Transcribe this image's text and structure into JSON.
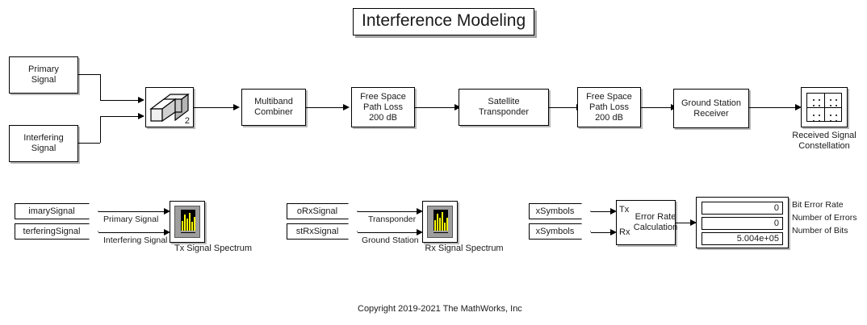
{
  "title": "Interference Modeling",
  "copyright": "Copyright 2019-2021 The MathWorks, Inc",
  "top_chain": {
    "primary_signal": "Primary\nSignal",
    "interfering_signal": "Interfering\nSignal",
    "concatenate_ports": "2",
    "multiband_combiner": "Multiband\nCombiner",
    "free_space_path_loss_1": "Free Space\nPath Loss\n200 dB",
    "satellite_transponder": "Satellite\nTransponder",
    "free_space_path_loss_2": "Free Space\nPath Loss\n200 dB",
    "ground_station_receiver": "Ground Station\nReceiver",
    "constellation_caption": "Received Signal\nConstellation"
  },
  "tx_group": {
    "from_tag_1": "imarySignal",
    "from_tag_2": "terferingSignal",
    "wire_label_1": "Primary Signal",
    "wire_label_2": "Interfering Signal",
    "scope_caption": "Tx Signal Spectrum"
  },
  "rx_group": {
    "from_tag_1": "oRxSignal",
    "from_tag_2": "stRxSignal",
    "wire_label_1": "Transponder",
    "wire_label_2": "Ground Station",
    "scope_caption": "Rx Signal Spectrum"
  },
  "ber_group": {
    "from_tag_1": "xSymbols",
    "from_tag_2": "xSymbols",
    "error_rate_block": "Error Rate\nCalculation",
    "port_tx": "Tx",
    "port_rx": "Rx",
    "display_values": [
      "0",
      "0",
      "5.004e+05"
    ],
    "display_labels": [
      "Bit Error Rate",
      "Number of Errors",
      "Number of Bits"
    ]
  },
  "colors": {
    "scope_bars": "#ffff00",
    "scope_bg": "#9e9e9e",
    "wire": "#000000",
    "block_border": "#000000",
    "canvas": "#ffffff"
  }
}
